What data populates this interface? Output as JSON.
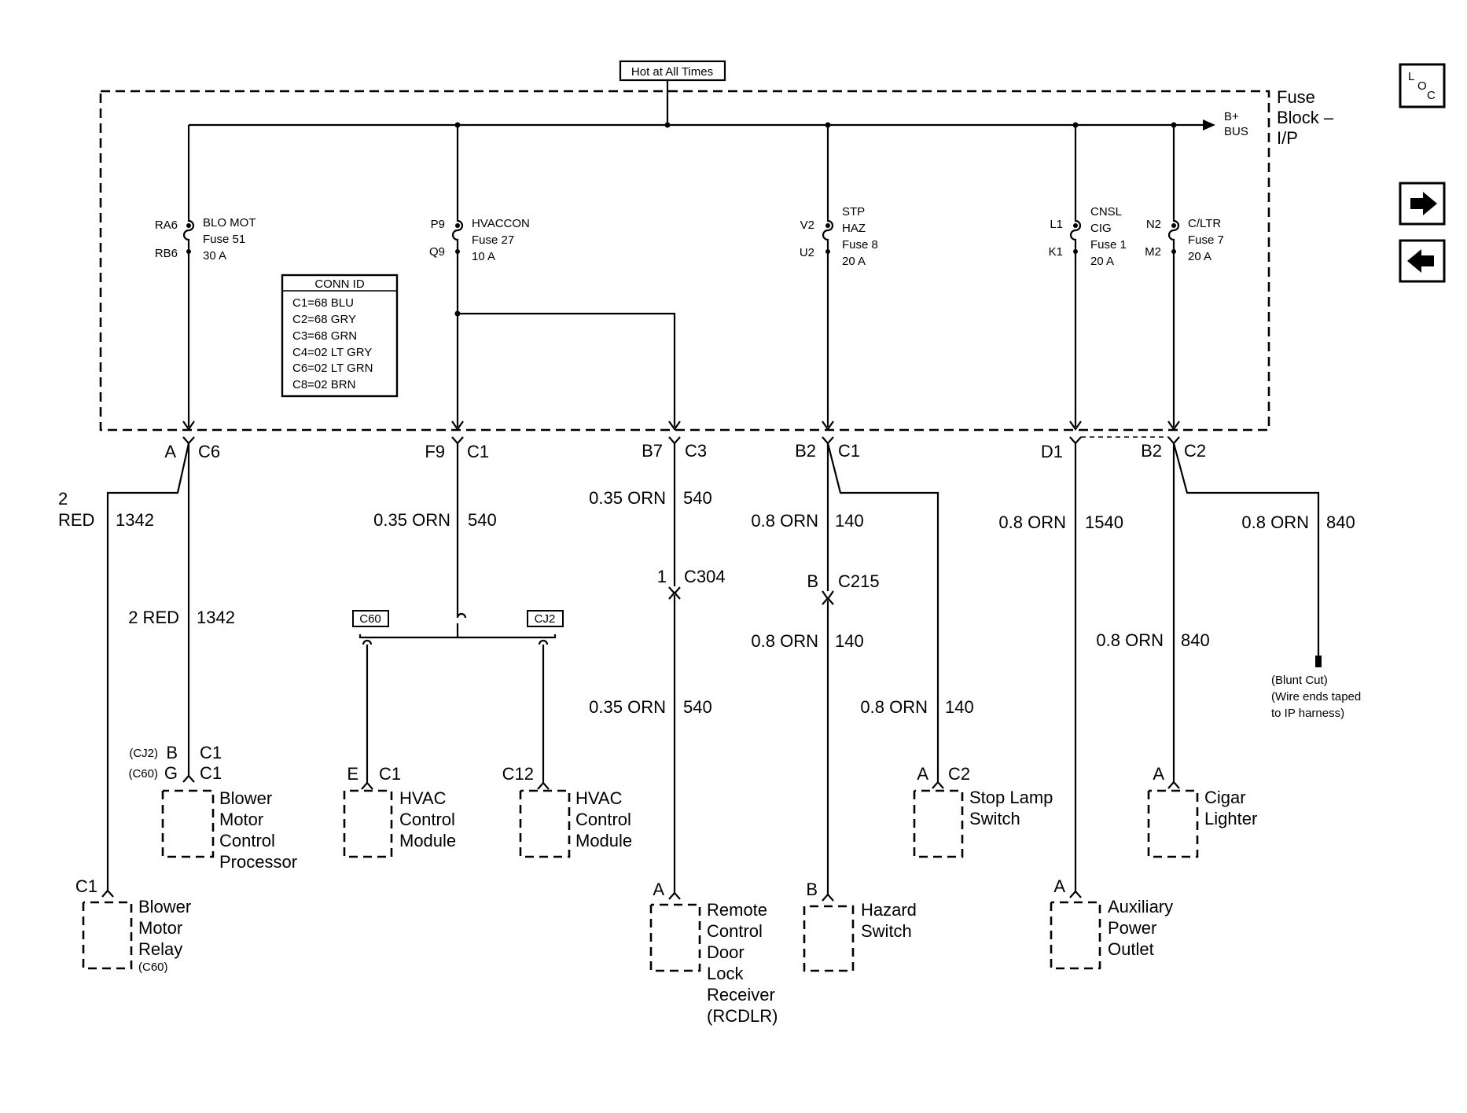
{
  "header": {
    "hot_label": "Hot at All Times"
  },
  "fuse_block": {
    "title_lines": [
      "Fuse",
      "Block –",
      "I/P"
    ],
    "bus_lines": [
      "B+",
      "BUS"
    ]
  },
  "nav": {
    "loc": [
      "L",
      "O",
      "C"
    ],
    "next_icon": "arrow-right-icon",
    "prev_icon": "arrow-left-icon"
  },
  "fuses": [
    {
      "pin_top": "RA6",
      "pin_bottom": "RB6",
      "lines": [
        "BLO MOT",
        "Fuse 51",
        "30 A"
      ]
    },
    {
      "pin_top": "P9",
      "pin_bottom": "Q9",
      "lines": [
        "HVACCON",
        "Fuse 27",
        "10 A"
      ]
    },
    {
      "pin_top": "V2",
      "pin_bottom": "U2",
      "lines": [
        "STP",
        "HAZ",
        "Fuse 8",
        "20 A"
      ]
    },
    {
      "pin_top": "L1",
      "pin_bottom": "K1",
      "lines": [
        "CNSL",
        "CIG",
        "Fuse 1",
        "20 A"
      ]
    },
    {
      "pin_top": "N2",
      "pin_bottom": "M2",
      "lines": [
        "C/LTR",
        "Fuse 7",
        "20 A"
      ]
    }
  ],
  "conn_id": {
    "title": "CONN ID",
    "rows": [
      "C1=68 BLU",
      "C2=68 GRY",
      "C3=68 GRN",
      "C4=02 LT GRY",
      "C6=02 LT GRN",
      "C8=02 BRN"
    ]
  },
  "connectors": [
    {
      "pin": "A",
      "conn": "C6"
    },
    {
      "pin": "F9",
      "conn": "C1"
    },
    {
      "pin": "B7",
      "conn": "C3"
    },
    {
      "pin": "B2",
      "conn": "C1"
    },
    {
      "pin": "D1",
      "conn": ""
    },
    {
      "pin": "B2",
      "conn": "C2"
    }
  ],
  "wires": {
    "red_left_top": "2",
    "red_left_bottom": "RED",
    "red_left_circuit": "1342",
    "red_right_color": "2 RED",
    "red_right_circuit": "1342",
    "hvac_color": "0.35 ORN",
    "hvac_circuit": "540",
    "rcdlr_top_color": "0.35 ORN",
    "rcdlr_top_circuit": "540",
    "rcdlr_bottom_color": "0.35 ORN",
    "rcdlr_bottom_circuit": "540",
    "haz_top_color": "0.8 ORN",
    "haz_top_circuit": "140",
    "haz_bottom_color": "0.8 ORN",
    "haz_bottom_circuit": "140",
    "stop_color": "0.8 ORN",
    "stop_circuit": "140",
    "aux_color": "0.8 ORN",
    "aux_circuit": "1540",
    "blunt_color": "0.8 ORN",
    "blunt_circuit": "840",
    "cigar_color": "0.8 ORN",
    "cigar_circuit": "840"
  },
  "inline": {
    "c304_pin": "1",
    "c304_name": "C304",
    "c215_pin": "B",
    "c215_name": "C215",
    "splice_left": "C60",
    "splice_right": "CJ2"
  },
  "blunt_cut": [
    "(Blunt Cut)",
    "(Wire ends taped",
    "to IP harness)"
  ],
  "components": {
    "bmcp": {
      "cj2_tag": "(CJ2)",
      "cj2_pin": "B",
      "cj2_conn": "C1",
      "c60_tag": "(C60)",
      "c60_pin": "G",
      "c60_conn": "C1",
      "lines": [
        "Blower",
        "Motor",
        "Control",
        "Processor"
      ]
    },
    "relay": {
      "conn": "C1",
      "lines": [
        "Blower",
        "Motor",
        "Relay"
      ],
      "sub": "(C60)"
    },
    "hvac1": {
      "pin": "E",
      "conn": "C1",
      "lines": [
        "HVAC",
        "Control",
        "Module"
      ]
    },
    "hvac2": {
      "pin": "C12",
      "lines": [
        "HVAC",
        "Control",
        "Module"
      ]
    },
    "rcdlr": {
      "pin": "A",
      "lines": [
        "Remote",
        "Control",
        "Door",
        "Lock",
        "Receiver",
        "(RCDLR)"
      ]
    },
    "hazard": {
      "pin": "B",
      "lines": [
        "Hazard",
        "Switch"
      ]
    },
    "stop": {
      "pin": "A",
      "conn": "C2",
      "lines": [
        "Stop Lamp",
        "Switch"
      ]
    },
    "aux": {
      "pin": "A",
      "lines": [
        "Auxiliary",
        "Power",
        "Outlet"
      ]
    },
    "cigar": {
      "pin": "A",
      "lines": [
        "Cigar",
        "Lighter"
      ]
    }
  }
}
